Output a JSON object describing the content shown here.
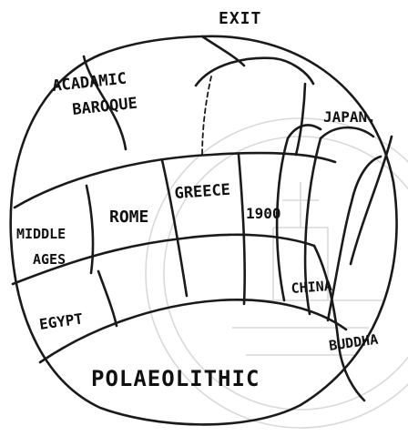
{
  "diagram": {
    "labels": {
      "exit": "EXIT",
      "academic_baroque_line1": "ACADAMIC",
      "academic_baroque_line2": "BAROQUE",
      "japan": "JAPAN.",
      "rome": "ROME",
      "greece": "GREECE",
      "year_1900": "1900",
      "middle_ages_line1": "MIDDLE",
      "middle_ages_line2": "AGES",
      "china": "CHINA",
      "egypt": "EGYPT",
      "buddha": "BUDDHA",
      "palaeolithic": "POLAEOLITHIC"
    }
  }
}
